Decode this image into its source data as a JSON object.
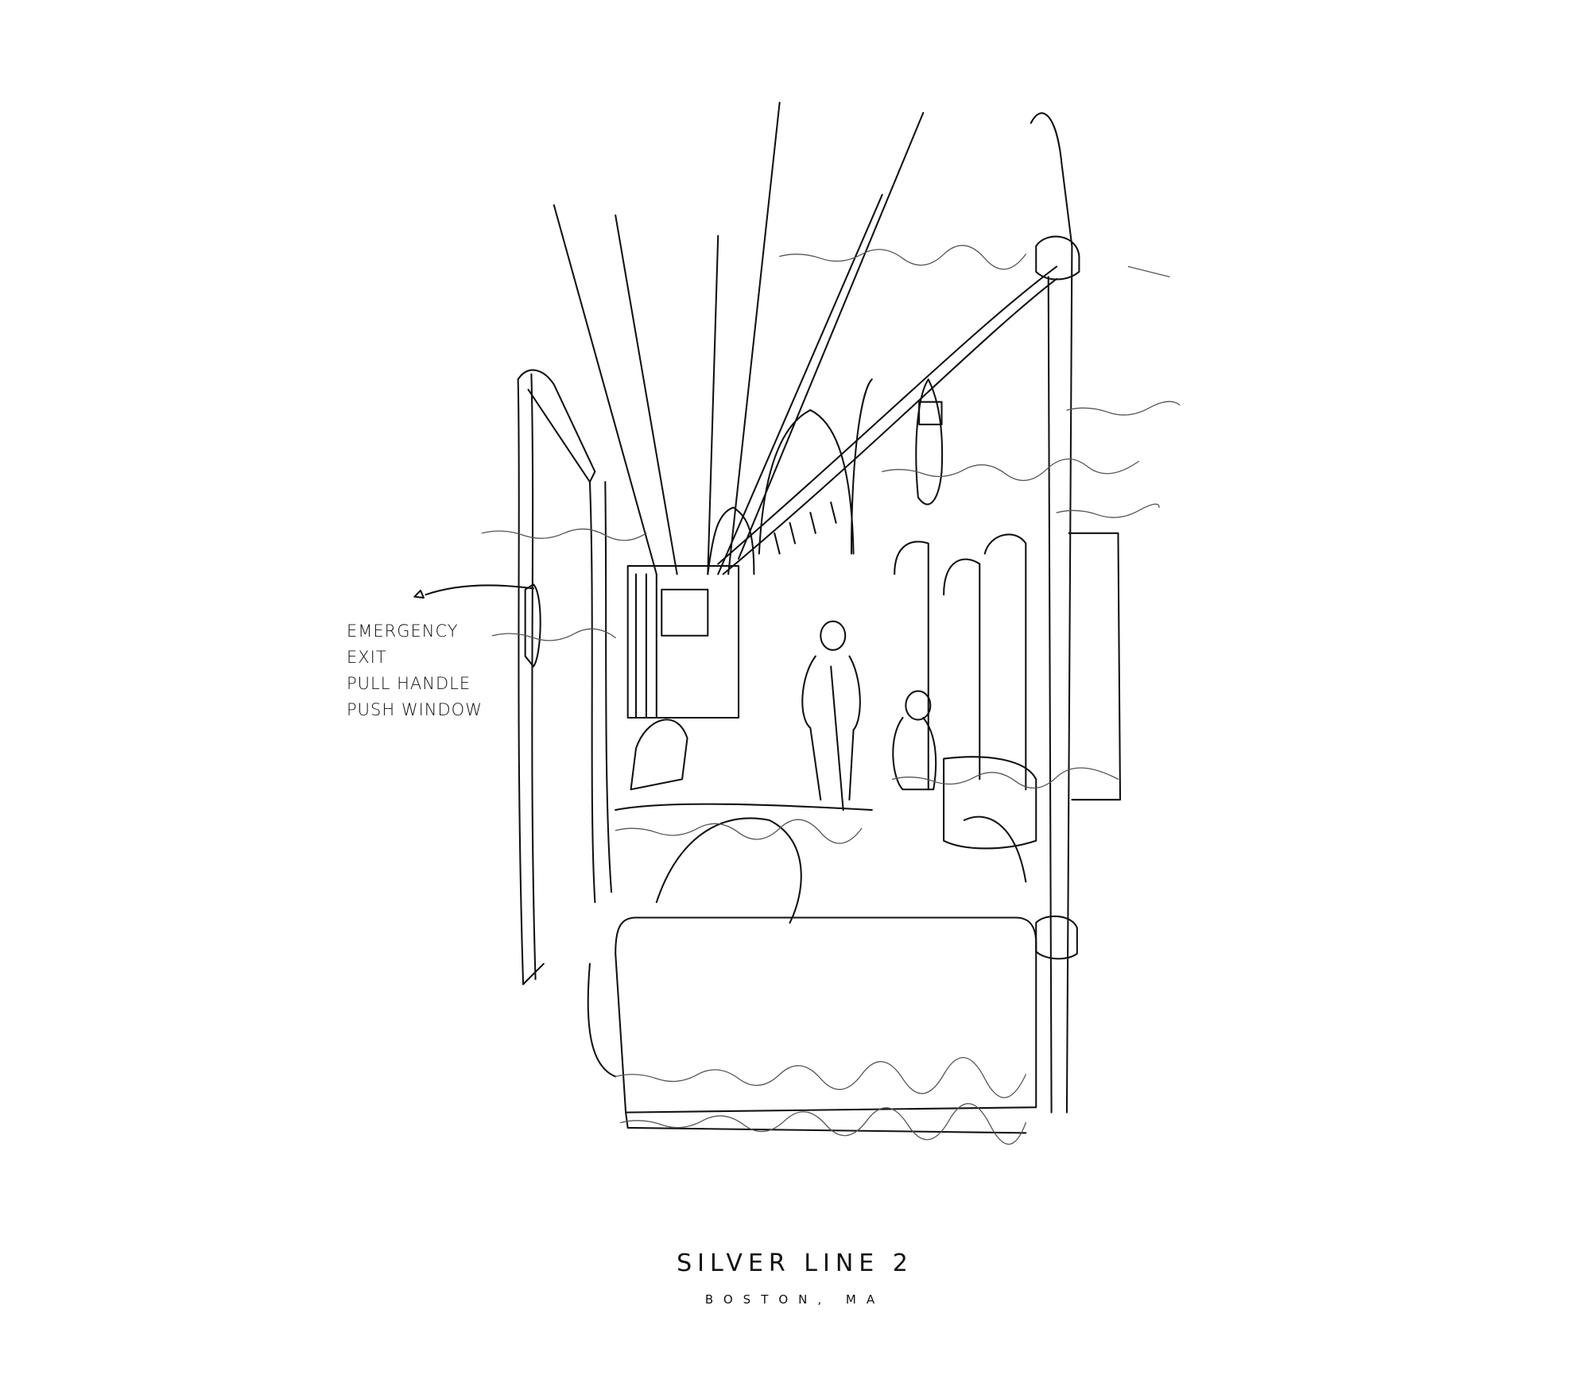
{
  "annotation": {
    "lines": [
      "EMERGENCY",
      "EXIT",
      "PULL HANDLE",
      "PUSH WINDOW"
    ]
  },
  "caption": {
    "title": "SILVER LINE 2",
    "subtitle": "BOSTON, MA"
  }
}
